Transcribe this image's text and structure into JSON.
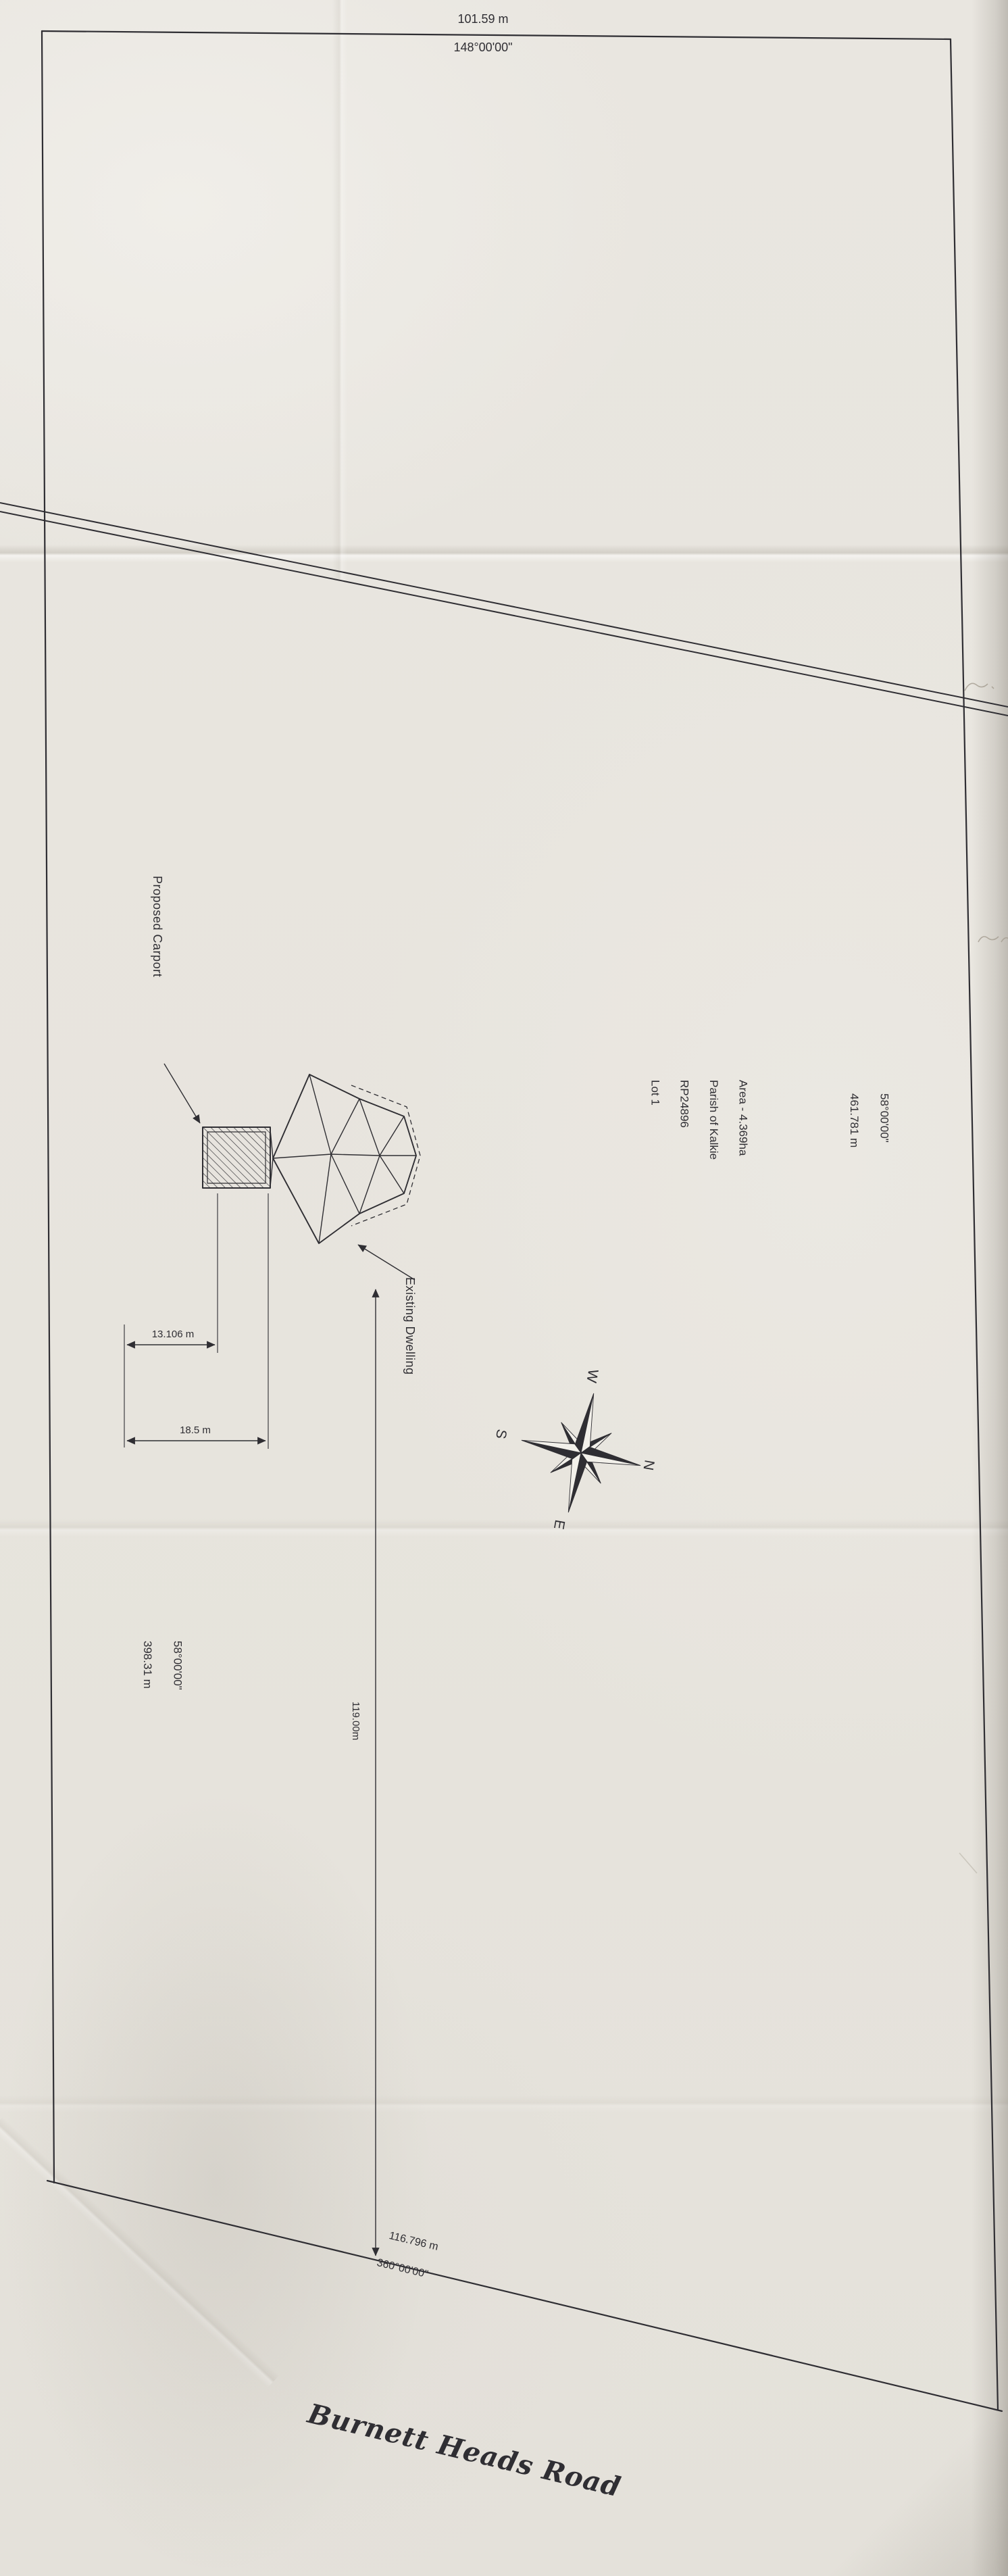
{
  "colors": {
    "ink": "#2f2e33",
    "paper": "#e8e5df",
    "pencil": "#a49d90"
  },
  "boundaries": {
    "top": {
      "length": "101.59 m",
      "bearing": "148°00'00\""
    },
    "right": {
      "length": "461.781 m",
      "bearing": "58°00'00\""
    },
    "left": {
      "length": "398.31 m",
      "bearing": "58°00'00\""
    },
    "frontage": {
      "length": "116.796 m",
      "bearing": "360°00'00\""
    }
  },
  "lot": {
    "lot_number": "Lot 1",
    "plan_number": "RP24896",
    "parish": "Parish of Kalkie",
    "area": "Area - 4.369ha"
  },
  "features": {
    "carport_label": "Proposed Carport",
    "dwelling_label": "Existing Dwelling"
  },
  "dimensions": {
    "carport_to_boundary": "13.106 m",
    "dwelling_to_boundary": "18.5 m",
    "dwelling_to_road": "119.00m"
  },
  "road": {
    "name": "Burnett Heads Road"
  },
  "compass": {
    "north": "N",
    "south": "S",
    "east": "E",
    "west": "W"
  }
}
